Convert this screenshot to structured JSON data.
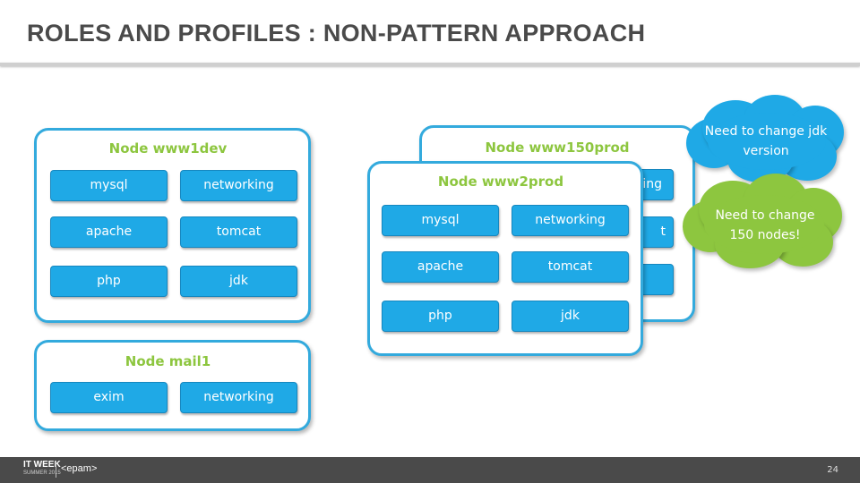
{
  "slide": {
    "title": "ROLES AND PROFILES : NON-PATTERN APPROACH",
    "page_number": "24"
  },
  "nodes": {
    "www1dev": {
      "title": "Node www1dev",
      "modules": [
        "mysql",
        "networking",
        "apache",
        "tomcat",
        "php",
        "jdk"
      ]
    },
    "mail1": {
      "title": "Node mail1",
      "modules": [
        "exim",
        "networking"
      ]
    },
    "www150prod": {
      "title": "Node www150prod",
      "modules_visible": [
        "ing",
        "t"
      ]
    },
    "www2prod": {
      "title": "Node www2prod",
      "modules": [
        "mysql",
        "networking",
        "apache",
        "tomcat",
        "php",
        "jdk"
      ]
    }
  },
  "callouts": {
    "jdk": {
      "line1": "Need to change jdk",
      "line2": "version"
    },
    "nodes": {
      "line1": "Need to change",
      "line2": "150 nodes!"
    }
  },
  "footer": {
    "logo_itweek": "IT WEEK",
    "logo_summer": "SUMMER 2015",
    "logo_epam": "<epam>"
  },
  "colors": {
    "node_border": "#33aadd",
    "module_fill": "#1fa9e6",
    "node_title": "#8dc63f",
    "cloud_blue": "#1fa9e6",
    "cloud_green": "#8dc63f",
    "footer_bg": "#4a4a4a"
  }
}
